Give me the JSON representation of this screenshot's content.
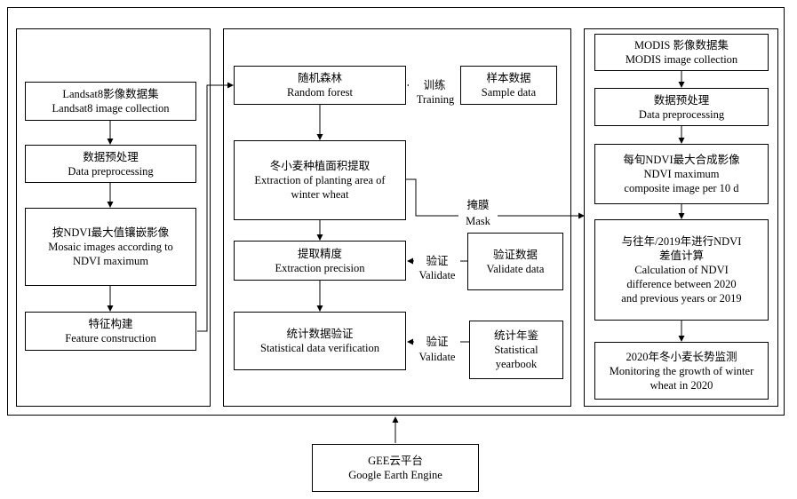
{
  "left_panel": {
    "landsat": {
      "zh": "Landsat8影像数据集",
      "en": "Landsat8 image collection"
    },
    "preprocess": {
      "zh": "数据预处理",
      "en": "Data preprocessing"
    },
    "mosaic": {
      "zh": "按NDVI最大值镶嵌影像",
      "en1": "Mosaic images according to",
      "en2": "NDVI maximum"
    },
    "feature": {
      "zh": "特征构建",
      "en": "Feature construction"
    }
  },
  "middle_panel": {
    "rf": {
      "zh": "随机森林",
      "en": "Random forest"
    },
    "sample": {
      "zh": "样本数据",
      "en": "Sample data"
    },
    "training": {
      "zh": "训练",
      "en": "Training"
    },
    "extraction": {
      "zh": "冬小麦种植面积提取",
      "en1": "Extraction of planting area of",
      "en2": "winter wheat"
    },
    "mask": {
      "zh": "掩膜",
      "en": "Mask"
    },
    "precision": {
      "zh": "提取精度",
      "en": "Extraction precision"
    },
    "validate1": {
      "zh": "验证",
      "en": "Validate"
    },
    "vdata": {
      "zh": "验证数据",
      "en": "Validate data"
    },
    "stat": {
      "zh": "统计数据验证",
      "en": "Statistical data verification"
    },
    "validate2": {
      "zh": "验证",
      "en": "Validate"
    },
    "yearbook": {
      "zh": "统计年鉴",
      "en1": "Statistical",
      "en2": "yearbook"
    }
  },
  "right_panel": {
    "modis": {
      "zh": "MODIS 影像数据集",
      "en": "MODIS image collection"
    },
    "preprocess": {
      "zh": "数据预处理",
      "en": "Data preprocessing"
    },
    "composite": {
      "zh": "每旬NDVI最大合成影像",
      "en1": "NDVI maximum",
      "en2": "composite image per 10 d"
    },
    "diff": {
      "zh1": "与往年/2019年进行NDVI",
      "zh2": "差值计算",
      "en1": "Calculation of NDVI",
      "en2": "difference between 2020",
      "en3": "and previous years or 2019"
    },
    "monitor": {
      "zh": "2020年冬小麦长势监测",
      "en1": "Monitoring the growth of winter",
      "en2": "wheat in 2020"
    }
  },
  "platform": {
    "zh": "GEE云平台",
    "en": "Google Earth Engine"
  }
}
